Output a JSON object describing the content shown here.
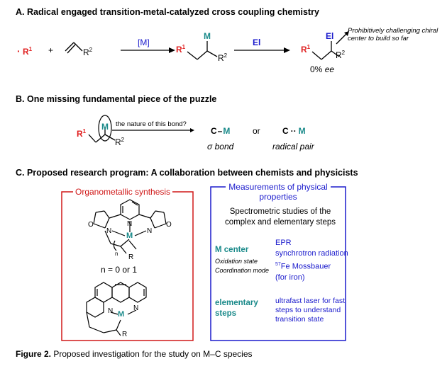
{
  "sectionA": {
    "heading": "A. Radical engaged transition-metal-catalyzed cross coupling chemistry",
    "radical_dot": "·",
    "radical_R": "R",
    "radical_sup": "1",
    "plus": "+",
    "alkene_R": "R",
    "alkene_sup": "2",
    "catalyst": "[M]",
    "mid_M": "M",
    "mid_R1": "R",
    "mid_R1_sup": "1",
    "mid_R2": "R",
    "mid_R2_sup": "2",
    "electrophile": "El",
    "prod_El": "El",
    "prod_R1": "R",
    "prod_R1_sup": "1",
    "prod_R2": "R",
    "prod_R2_sup": "2",
    "ee_value": "0%",
    "ee_label": "ee",
    "note": "Prohibitively challenging chiral center to build so far"
  },
  "sectionB": {
    "heading": "B. One missing fundamental piece of the puzzle",
    "M": "M",
    "R1": "R",
    "R1_sup": "1",
    "R2": "R",
    "R2_sup": "2",
    "arrow_label": "the nature of this bond?",
    "option1_C": "C",
    "option1_M": "M",
    "option1_label_greek": "σ",
    "option1_label": "bond",
    "or": "or",
    "option2_C": "C",
    "option2_dots": "··",
    "option2_M": "M",
    "option2_label": "radical pair"
  },
  "sectionC": {
    "heading": "C. Proposed research program: A collaboration between chemists and physicists",
    "left_box_title": "Organometallic synthesis",
    "ligand_O1": "O",
    "ligand_O2": "O",
    "ligand_N1": "N",
    "ligand_N2": "N",
    "ligand_N3": "N",
    "ligand_M": "M",
    "ligand_n": "n",
    "ligand_R": "R",
    "n_text": "n = 0 or 1",
    "phen_N1": "N",
    "phen_N2": "N",
    "phen_M": "M",
    "phen_R": "R",
    "right_box_title_line1": "Measurements of physical",
    "right_box_title_line2": "properties",
    "spectro_line1": "Spectrometric studies of the",
    "spectro_line2": "complex and elementary steps",
    "m_center": "M center",
    "oxidation": "Oxidation state",
    "coordination": "Coordination mode",
    "epr": "EPR",
    "synchrotron": "synchrotron radiation",
    "fe_sup": "57",
    "fe_text": "Fe Mossbauer",
    "for_iron": "(for iron)",
    "elementary_line1": "elementary",
    "elementary_line2": "steps",
    "ultrafast_line1": "ultrafast laser for fast",
    "ultrafast_line2": "steps to understand",
    "ultrafast_line3": "transition state"
  },
  "caption": {
    "label": "Figure 2.",
    "text": " Proposed investigation for the study on M–C species"
  },
  "colors": {
    "red": "#e02020",
    "teal": "#1a8a8a",
    "blue": "#1a1acc"
  }
}
